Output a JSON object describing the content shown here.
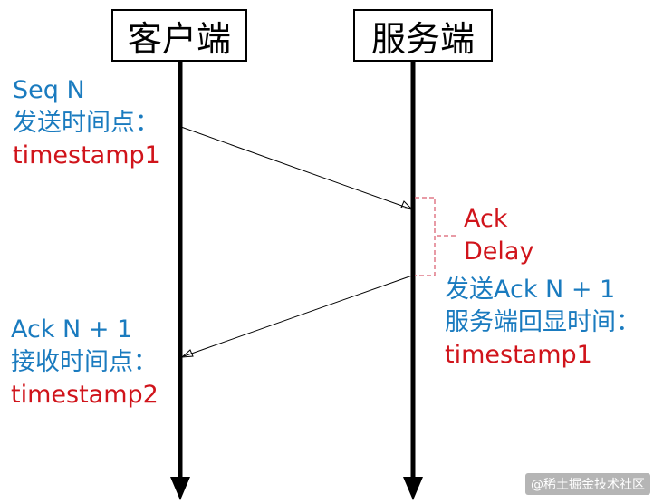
{
  "participants": {
    "client": "客户端",
    "server": "服务端"
  },
  "client_send": {
    "line1": "Seq N",
    "line2": "发送时间点：",
    "line3": "timestamp1"
  },
  "ack_delay": {
    "line1": "Ack",
    "line2": "Delay"
  },
  "server_send": {
    "line1": "发送Ack N + 1",
    "line2": "服务端回显时间：",
    "line3": "timestamp1"
  },
  "client_recv": {
    "line1": "Ack N + 1",
    "line2": "接收时间点：",
    "line3": "timestamp2"
  },
  "watermark": "@稀土掘金技术社区",
  "colors": {
    "label_blue": "#1a7bbf",
    "label_red": "#d0141b",
    "delay_bracket": "#e07a88"
  }
}
